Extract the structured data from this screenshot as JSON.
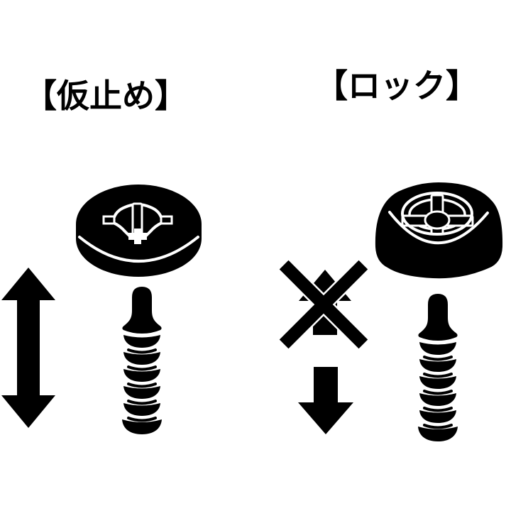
{
  "page": {
    "background_color": "#ffffff",
    "ink_color": "#000000",
    "highlight_color": "#ffffff"
  },
  "panels": {
    "temporary": {
      "title": "【仮止め】",
      "icons": [
        {
          "name": "up-down-double-arrow-icon",
          "glyph": "↕"
        }
      ],
      "illustration": {
        "head": "push-rivet-head-pin-raised",
        "shaft": "push-rivet-ribbed-shaft"
      }
    },
    "lock": {
      "title": "【ロック】",
      "icons": [
        {
          "name": "no-pull-up-arrow-icon",
          "glyph": "⍉↑"
        },
        {
          "name": "push-down-arrow-icon",
          "glyph": "↓"
        }
      ],
      "illustration": {
        "head": "push-rivet-head-pin-flush",
        "shaft": "push-rivet-ribbed-shaft"
      }
    }
  }
}
